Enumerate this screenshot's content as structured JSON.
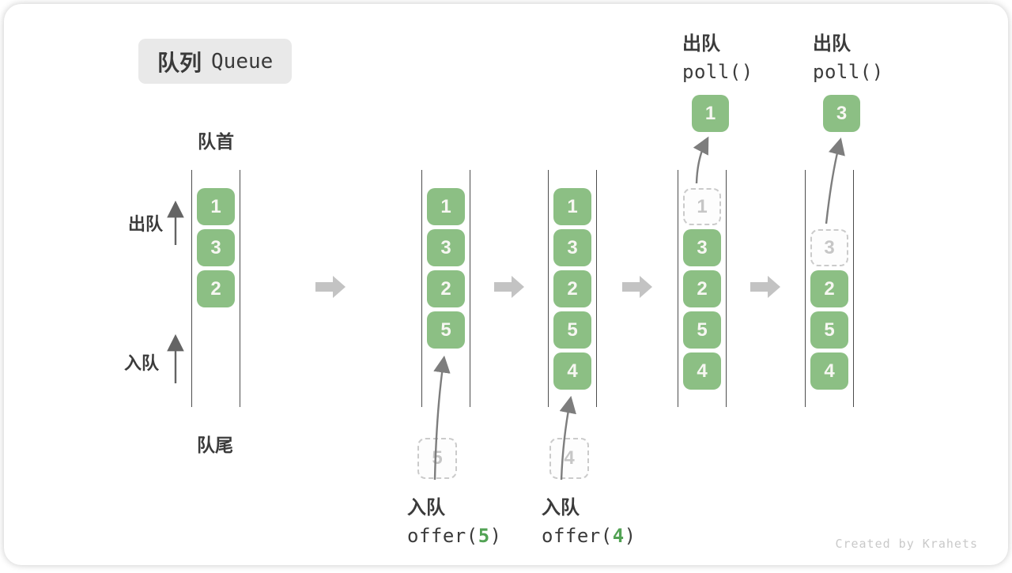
{
  "title": {
    "zh": "队列",
    "en": "Queue"
  },
  "labels": {
    "front": "队首",
    "rear": "队尾",
    "dequeue": "出队",
    "enqueue": "入队"
  },
  "states": [
    {
      "blocks": [
        {
          "value": "1"
        },
        {
          "value": "3"
        },
        {
          "value": "2"
        }
      ]
    },
    {
      "blocks": [
        {
          "value": "1"
        },
        {
          "value": "3"
        },
        {
          "value": "2"
        },
        {
          "value": "5"
        }
      ],
      "pending": {
        "value": "5"
      },
      "op": {
        "action": "入队",
        "code_fn": "offer(",
        "code_arg": "5",
        "code_close": ")"
      }
    },
    {
      "blocks": [
        {
          "value": "1"
        },
        {
          "value": "3"
        },
        {
          "value": "2"
        },
        {
          "value": "5"
        },
        {
          "value": "4"
        }
      ],
      "pending": {
        "value": "4"
      },
      "op": {
        "action": "入队",
        "code_fn": "offer(",
        "code_arg": "4",
        "code_close": ")"
      }
    },
    {
      "removed": {
        "value": "1"
      },
      "blocks": [
        {
          "value": "3"
        },
        {
          "value": "2"
        },
        {
          "value": "5"
        },
        {
          "value": "4"
        }
      ],
      "out": {
        "value": "1"
      },
      "op": {
        "action": "出队",
        "code": "poll()"
      }
    },
    {
      "removed": {
        "value": "3"
      },
      "blocks": [
        {
          "value": "2"
        },
        {
          "value": "5"
        },
        {
          "value": "4"
        }
      ],
      "out": {
        "value": "3"
      },
      "op": {
        "action": "出队",
        "code": "poll()"
      }
    }
  ],
  "colors": {
    "block_green": "#8cbf84",
    "code_arg_green": "#52a254",
    "text_dark": "#3b3b3b",
    "wall_gray": "#4d4d4d",
    "thin_arrow_gray": "#7d7d7d",
    "transition_arrow_gray": "#c3c3c3",
    "dashed_border": "#cbcbcb",
    "badge_bg": "#e9e9e9",
    "watermark_gray": "#c9c9c9"
  },
  "watermark": {
    "text": "Created by Krahets"
  }
}
